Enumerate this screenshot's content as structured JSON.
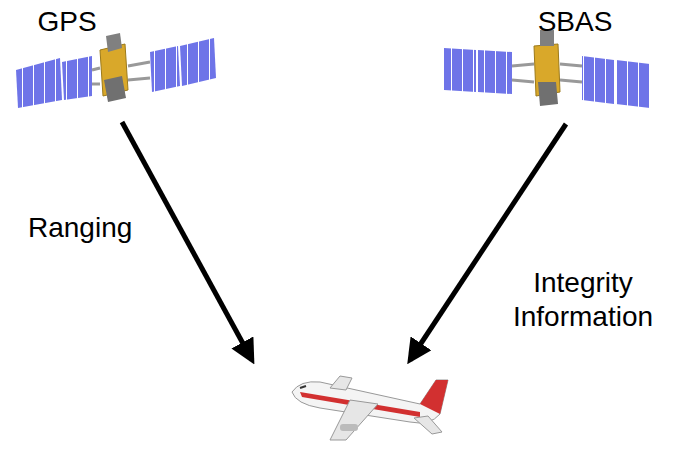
{
  "diagram": {
    "labels": [
      "GPS",
      "SBAS",
      "Ranging",
      "Integrity Information"
    ]
  }
}
